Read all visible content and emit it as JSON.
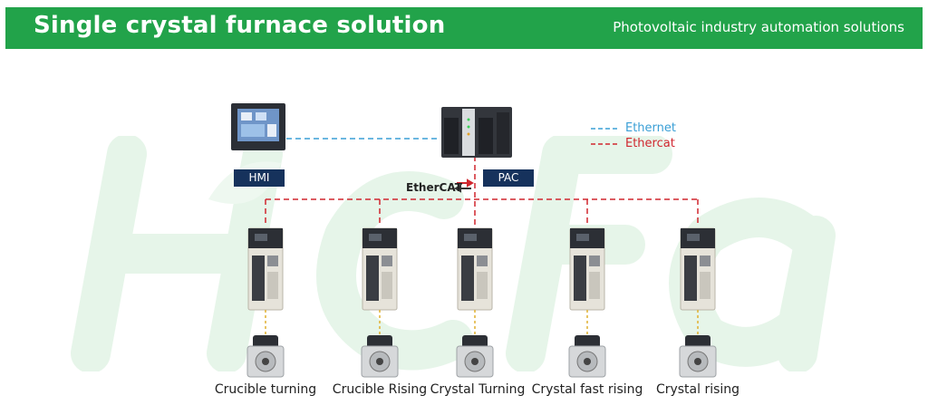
{
  "header": {
    "title": "Single crystal furnace solution",
    "subtitle": "Photovoltaic industry automation solutions"
  },
  "nodes": {
    "hmi_label": "HMI",
    "pac_label": "PAC",
    "ethercat_logo": "EtherCAT"
  },
  "legend": {
    "ethernet": "Ethernet",
    "ethercat": "Ethercat"
  },
  "colors": {
    "brand_green": "#22a34a",
    "ethernet": "#3a9fd6",
    "ethercat": "#d0272f",
    "label_box": "#16325c",
    "encoder_link": "#e0b030"
  },
  "drives": [
    {
      "label": "Crucible turning"
    },
    {
      "label": "Crucible Rising"
    },
    {
      "label": "Crystal Turning"
    },
    {
      "label": "Crystal fast rising"
    },
    {
      "label": "Crystal rising"
    }
  ]
}
